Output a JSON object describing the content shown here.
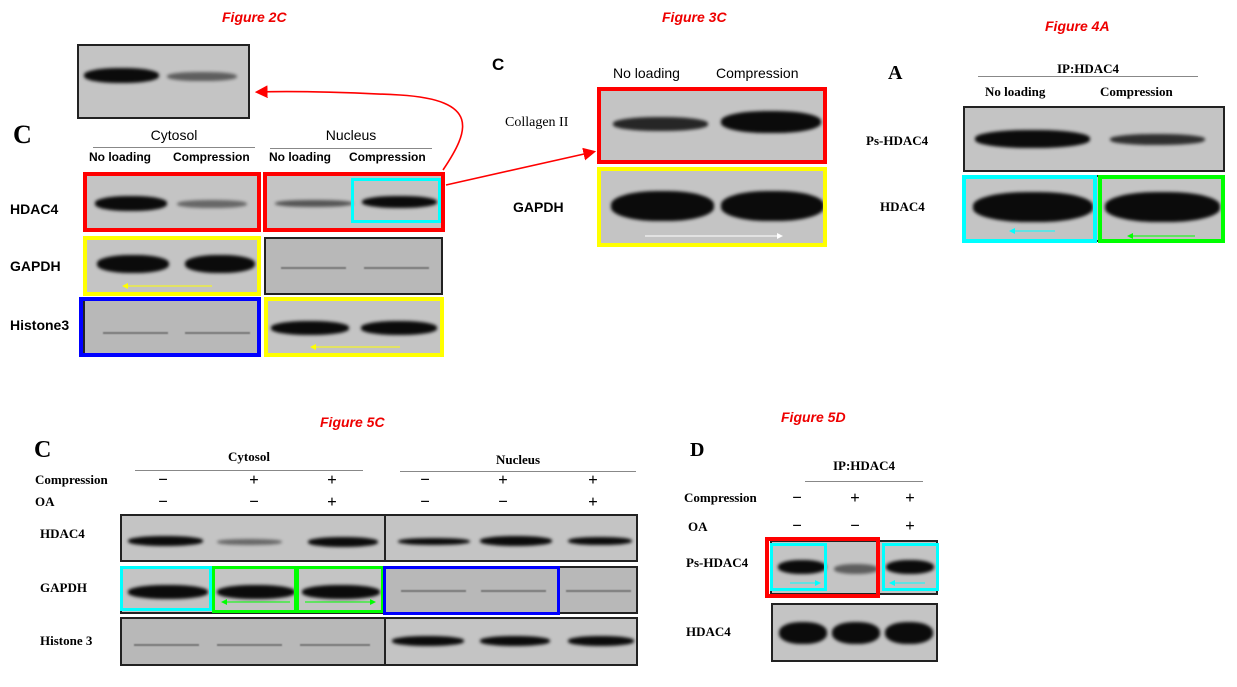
{
  "fig2c": {
    "caption": "Figure 2C",
    "panel": "C",
    "groups": [
      "Cytosol",
      "Nucleus"
    ],
    "lanes": [
      "No loading",
      "Compression",
      "No loading",
      "Compression"
    ],
    "rows": [
      "HDAC4",
      "GAPDH",
      "Histone3"
    ]
  },
  "fig3c": {
    "caption": "Figure 3C",
    "panel": "C",
    "lanes": [
      "No loading",
      "Compression"
    ],
    "rows": [
      "Collagen II",
      "GAPDH"
    ]
  },
  "fig4a": {
    "caption": "Figure 4A",
    "panel": "A",
    "ip": "IP:HDAC4",
    "lanes": [
      "No loading",
      "Compression"
    ],
    "rows": [
      "Ps-HDAC4",
      "HDAC4"
    ]
  },
  "fig5c": {
    "caption": "Figure 5C",
    "panel": "C",
    "groups": [
      "Cytosol",
      "Nucleus"
    ],
    "conditions": [
      {
        "name": "Compression",
        "signs": [
          "−",
          "+",
          "+",
          "−",
          "+",
          "+"
        ]
      },
      {
        "name": "OA",
        "signs": [
          "−",
          "−",
          "+",
          "−",
          "−",
          "+"
        ]
      }
    ],
    "rows": [
      "HDAC4",
      "GAPDH",
      "Histone 3"
    ]
  },
  "fig5d": {
    "caption": "Figure 5D",
    "panel": "D",
    "ip": "IP:HDAC4",
    "conditions": [
      {
        "name": "Compression",
        "signs": [
          "−",
          "+",
          "+"
        ]
      },
      {
        "name": "OA",
        "signs": [
          "−",
          "−",
          "+"
        ]
      }
    ],
    "rows": [
      "Ps-HDAC4",
      "HDAC4"
    ]
  },
  "colors": {
    "caption": "#ee0000",
    "red": "#ff0000",
    "yellow": "#ffff00",
    "cyan": "#00ffff",
    "blue": "#0000ff",
    "green": "#00ff00"
  }
}
